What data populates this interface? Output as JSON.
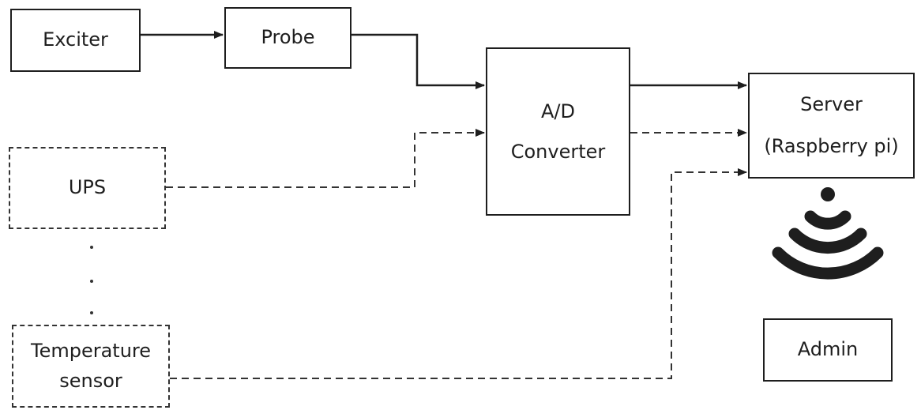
{
  "blocks": {
    "exciter": "Exciter",
    "probe": "Probe",
    "adc": {
      "line1": "A/D",
      "line2": "Converter"
    },
    "server": {
      "line1": "Server",
      "line2": "(Raspberry pi)"
    },
    "ups": "UPS",
    "temperature_sensor": {
      "line1": "Temperature",
      "line2": "sensor"
    },
    "admin": "Admin"
  },
  "icons": {
    "wireless": "wifi-signal-icon"
  },
  "colors": {
    "stroke": "#1e1e1e",
    "dashed_stroke": "#333333",
    "background": "#ffffff"
  }
}
